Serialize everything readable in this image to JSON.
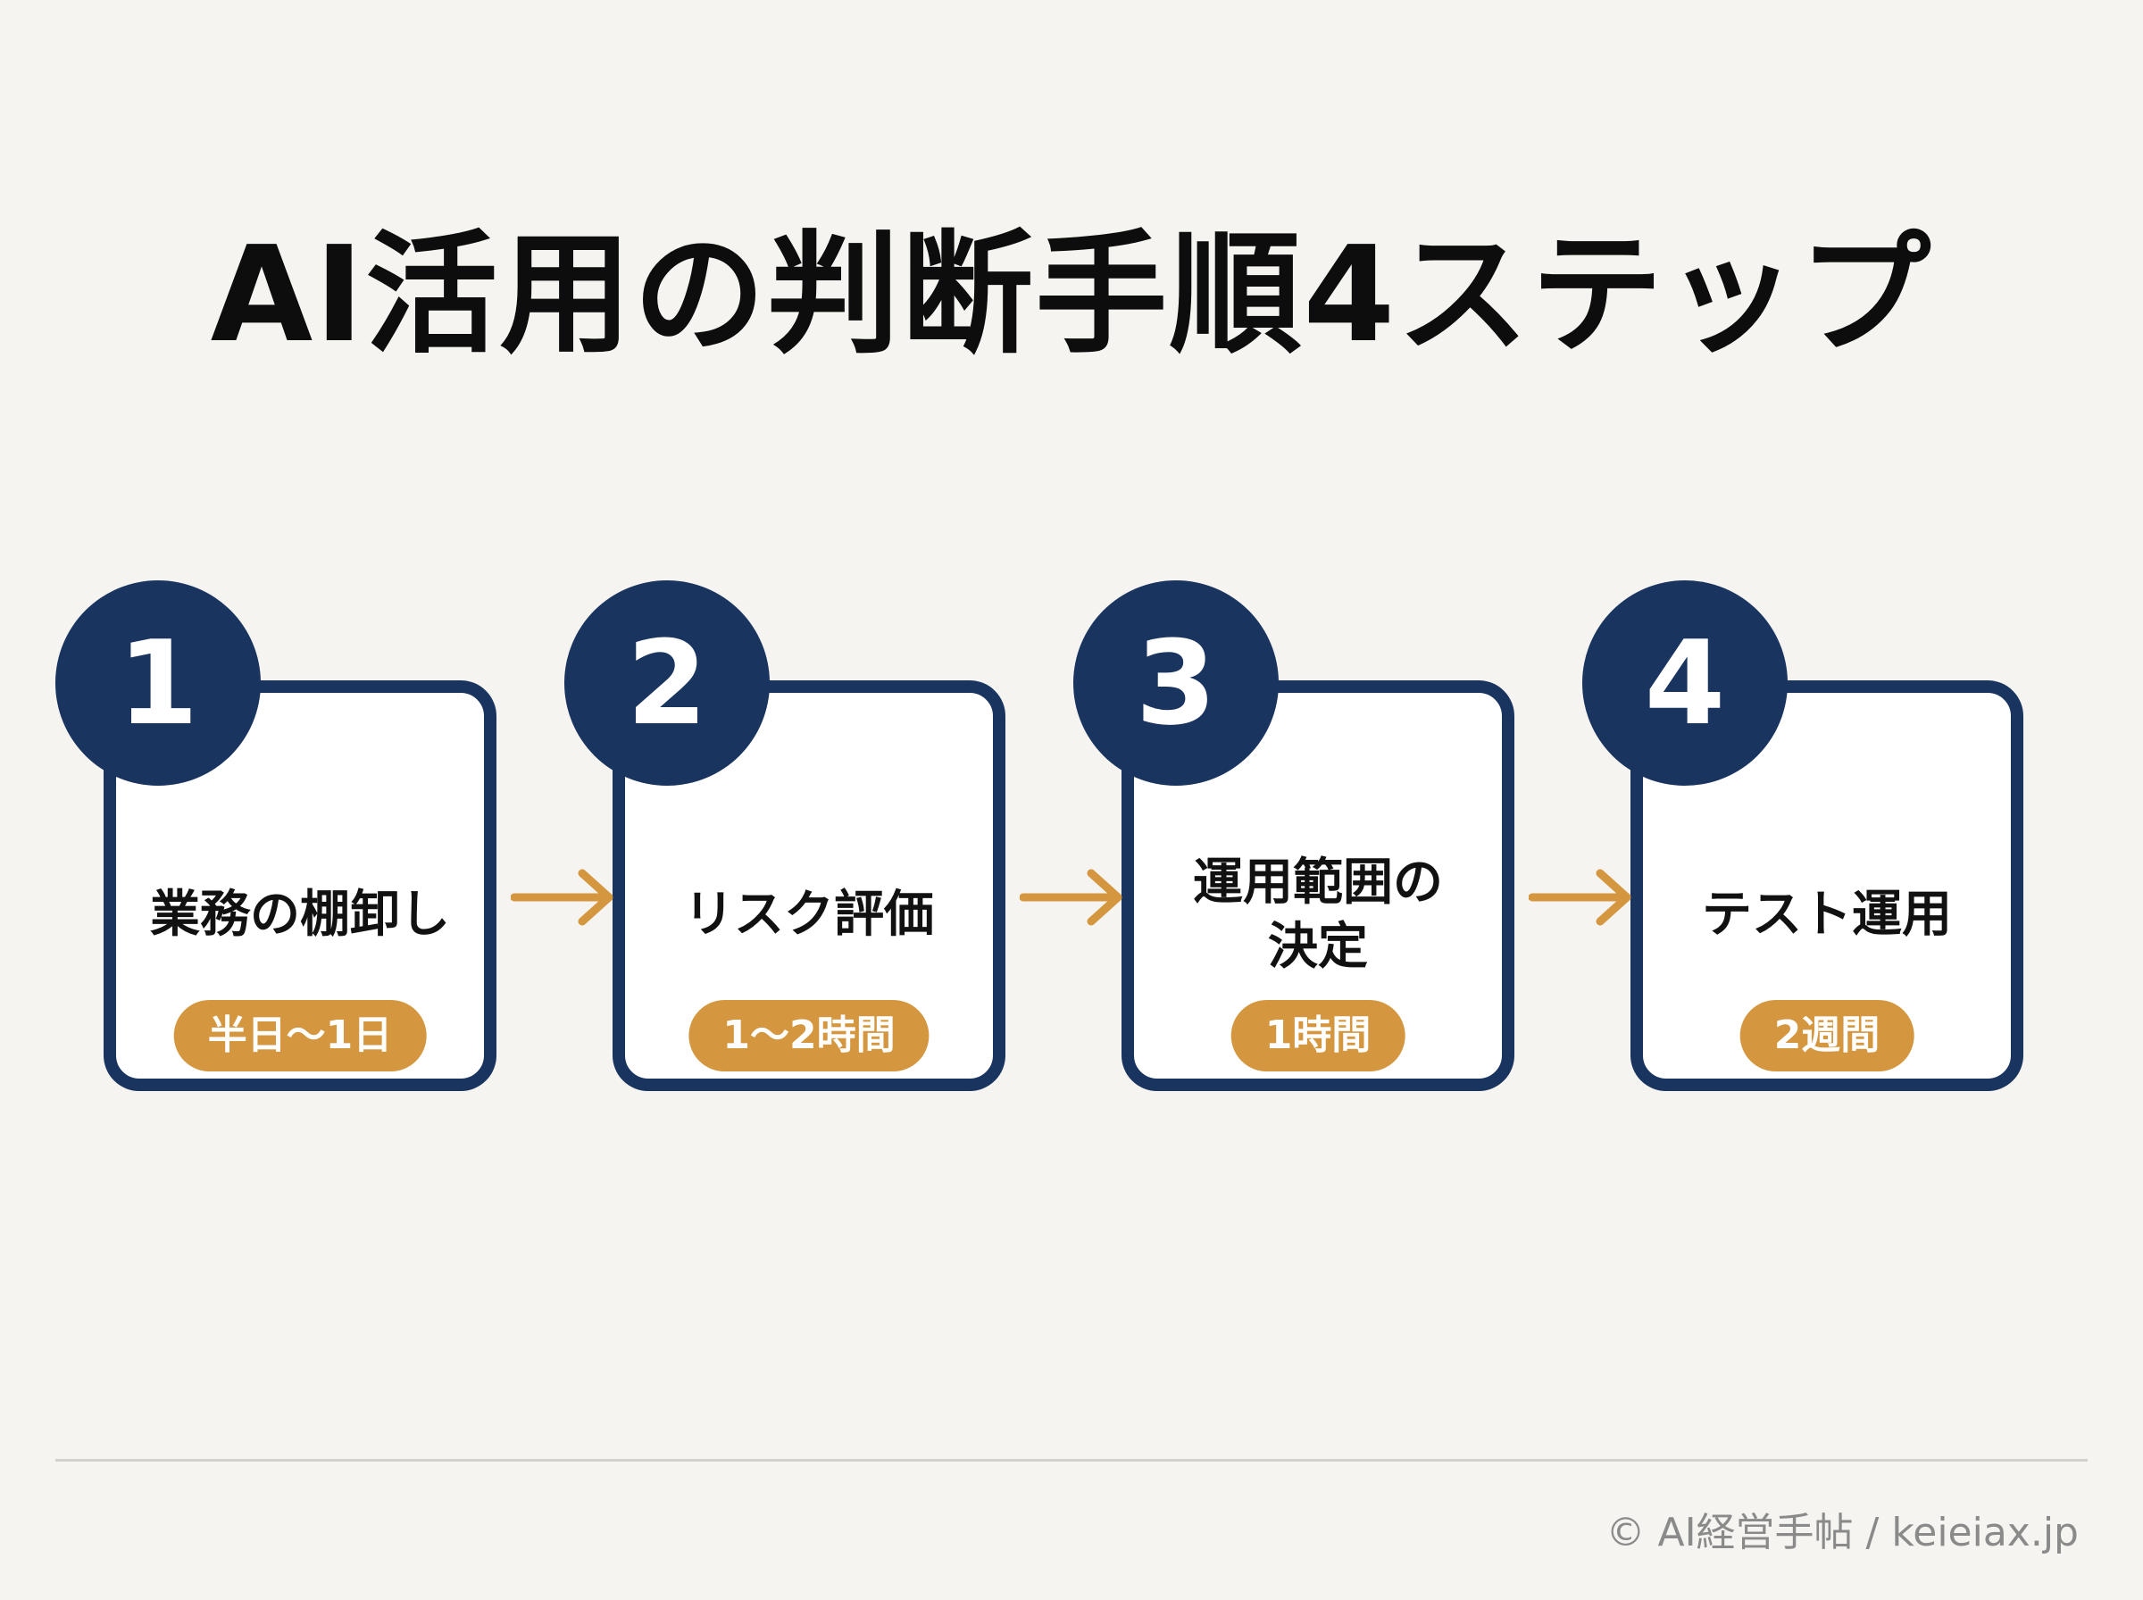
{
  "title": "AI活用の判断手順4ステップ",
  "steps": [
    {
      "number": "1",
      "label": "業務の棚卸し",
      "duration": "半日〜1日"
    },
    {
      "number": "2",
      "label": "リスク評価",
      "duration": "1〜2時間"
    },
    {
      "number": "3",
      "label": "運用範囲の\n決定",
      "duration": "1時間"
    },
    {
      "number": "4",
      "label": "テスト運用",
      "duration": "2週間"
    }
  ],
  "footer": "© AI経営手帖 / keieiax.jp",
  "colors": {
    "navy": "#1a3460",
    "accent": "#d4963e",
    "background": "#f5f4f0"
  }
}
